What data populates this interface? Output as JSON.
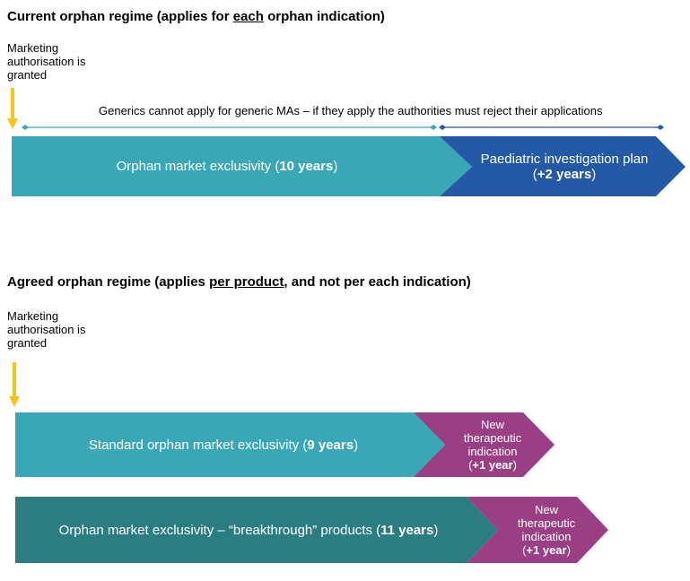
{
  "current": {
    "heading_pre": "Current orphan regime (applies for ",
    "heading_u": "each",
    "heading_post": " orphan indication)",
    "marker_text": "Marketing authorisation is granted",
    "generics_note": "Generics cannot apply for generic MAs – if they apply the authorities must reject their applications",
    "bar1_pre": "Orphan market exclusivity (",
    "bar1_bold": "10 years",
    "bar1_post": ")",
    "bar2_line1": "Paediatric investigation plan",
    "bar2_line2_pre": "(",
    "bar2_line2_bold": "+2 years",
    "bar2_line2_post": ")"
  },
  "agreed": {
    "heading_pre": "Agreed orphan regime (applies ",
    "heading_u": "per product",
    "heading_post": ", and not per each indication)",
    "marker_text": "Marketing authorisation is granted",
    "row1_pre": "Standard orphan market exclusivity (",
    "row1_bold": "9 years",
    "row1_post": ")",
    "row1_ext_l1": "New",
    "row1_ext_l2": "therapeutic",
    "row1_ext_l3": "indication",
    "row1_ext_bold": "+1 year",
    "row2_pre": "Orphan market exclusivity – “breakthrough” products (",
    "row2_bold": "11 years",
    "row2_post": ")",
    "row2_ext_l1": "New",
    "row2_ext_l2": "therapeutic",
    "row2_ext_l3": "indication",
    "row2_ext_bold": "+1 year"
  },
  "colors": {
    "teal": "#3aa7b6",
    "dark_teal": "#2c7d82",
    "blue": "#2459a6",
    "purple": "#9b3f84",
    "yellow": "#f7c31d"
  }
}
